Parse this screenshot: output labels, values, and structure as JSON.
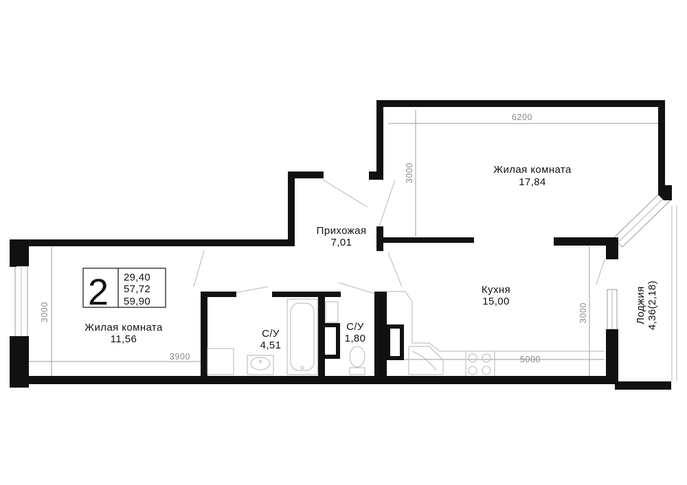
{
  "rooms": {
    "living_left": {
      "name": "Жилая комната",
      "area": "11,56"
    },
    "living_right": {
      "name": "Жилая комната",
      "area": "17,84"
    },
    "hall": {
      "name": "Прихожая",
      "area": "7,01"
    },
    "kitchen": {
      "name": "Кухня",
      "area": "15,00"
    },
    "bath_large": {
      "name": "С/У",
      "area": "4,51"
    },
    "bath_small": {
      "name": "С/У",
      "area": "1,80"
    },
    "loggia": {
      "name": "Лоджия",
      "area": "4,36(2,18)"
    }
  },
  "summary": {
    "rooms_count": "2",
    "areas": [
      "29,40",
      "57,72",
      "59,90"
    ]
  },
  "dimensions": {
    "left_room_width": "3900",
    "left_room_depth": "3000",
    "right_room_width": "6200",
    "right_room_depth": "3000",
    "kitchen_width": "5000",
    "kitchen_depth": "3000"
  },
  "colors": {
    "wall": "#111111",
    "dimension": "#8a8a8a",
    "fixture": "#b5b5b5"
  }
}
